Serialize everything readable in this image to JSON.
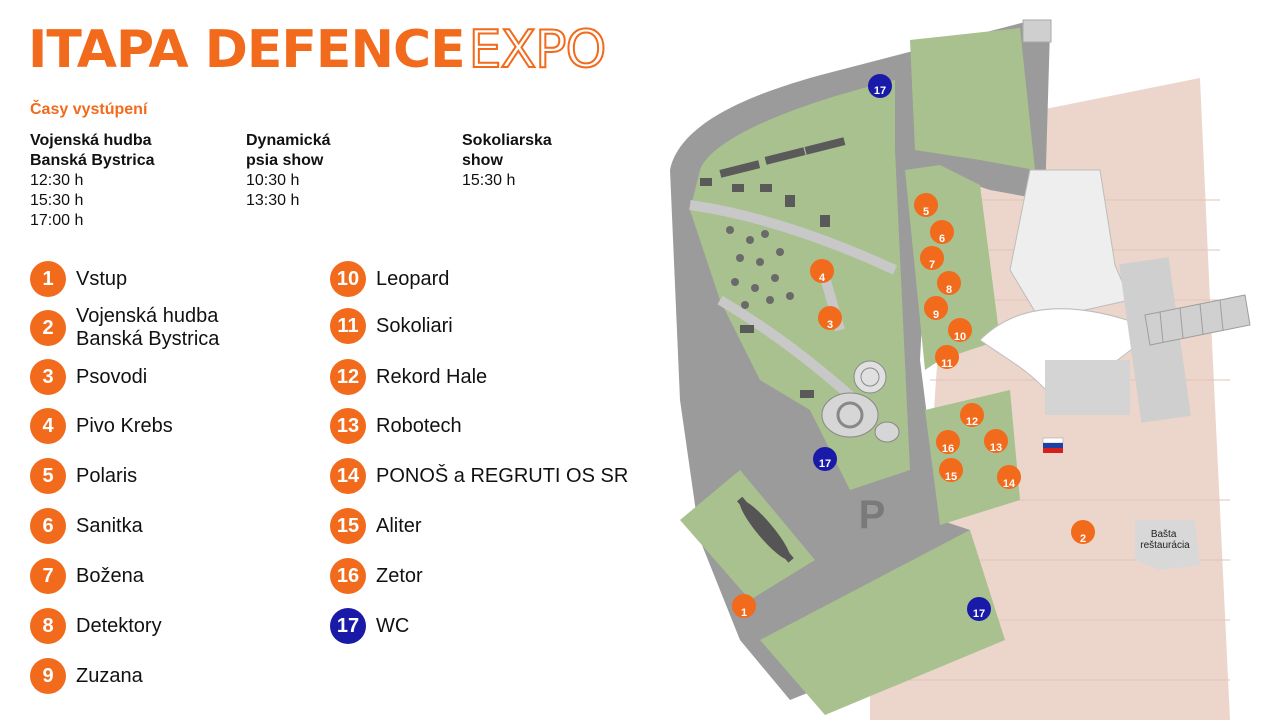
{
  "title": {
    "part1": "ITAPA DEFENCE",
    "part2": "EXPO"
  },
  "schedule": {
    "heading": "Časy vystúpení",
    "columns": [
      {
        "name": "Vojenská hudba\nBanská Bystrica",
        "times": [
          "12:30 h",
          "15:30 h",
          "17:00 h"
        ]
      },
      {
        "name": "Dynamická\npsia show",
        "times": [
          "10:30 h",
          "13:30 h"
        ]
      },
      {
        "name": "Sokoliarska\nshow",
        "times": [
          "15:30 h"
        ]
      }
    ]
  },
  "legend": [
    {
      "num": "1",
      "label": "Vstup"
    },
    {
      "num": "2",
      "label": "Vojenská hudba\nBanská Bystrica"
    },
    {
      "num": "3",
      "label": "Psovodi"
    },
    {
      "num": "4",
      "label": "Pivo Krebs"
    },
    {
      "num": "5",
      "label": "Polaris"
    },
    {
      "num": "6",
      "label": "Sanitka"
    },
    {
      "num": "7",
      "label": "Božena"
    },
    {
      "num": "8",
      "label": "Detektory"
    },
    {
      "num": "9",
      "label": "Zuzana"
    },
    {
      "num": "10",
      "label": "Leopard"
    },
    {
      "num": "11",
      "label": "Sokoliari"
    },
    {
      "num": "12",
      "label": "Rekord Hale"
    },
    {
      "num": "13",
      "label": "Robotech"
    },
    {
      "num": "14",
      "label": "PONOŠ a REGRUTI OS SR"
    },
    {
      "num": "15",
      "label": "Aliter"
    },
    {
      "num": "16",
      "label": "Zetor"
    },
    {
      "num": "17",
      "label": "WC"
    }
  ],
  "map": {
    "parking_label": "P",
    "restaurant_label": "Bašta\nreštaurácia",
    "markers": [
      "1",
      "2",
      "3",
      "4",
      "5",
      "6",
      "7",
      "8",
      "9",
      "10",
      "11",
      "12",
      "13",
      "14",
      "15",
      "16",
      "17",
      "17",
      "17"
    ]
  },
  "colors": {
    "accent": "#f26a1b",
    "wc": "#1a1aa8",
    "grass": "#a9c18f",
    "road": "#9b9b9b",
    "plaza": "#ecd6cc"
  }
}
